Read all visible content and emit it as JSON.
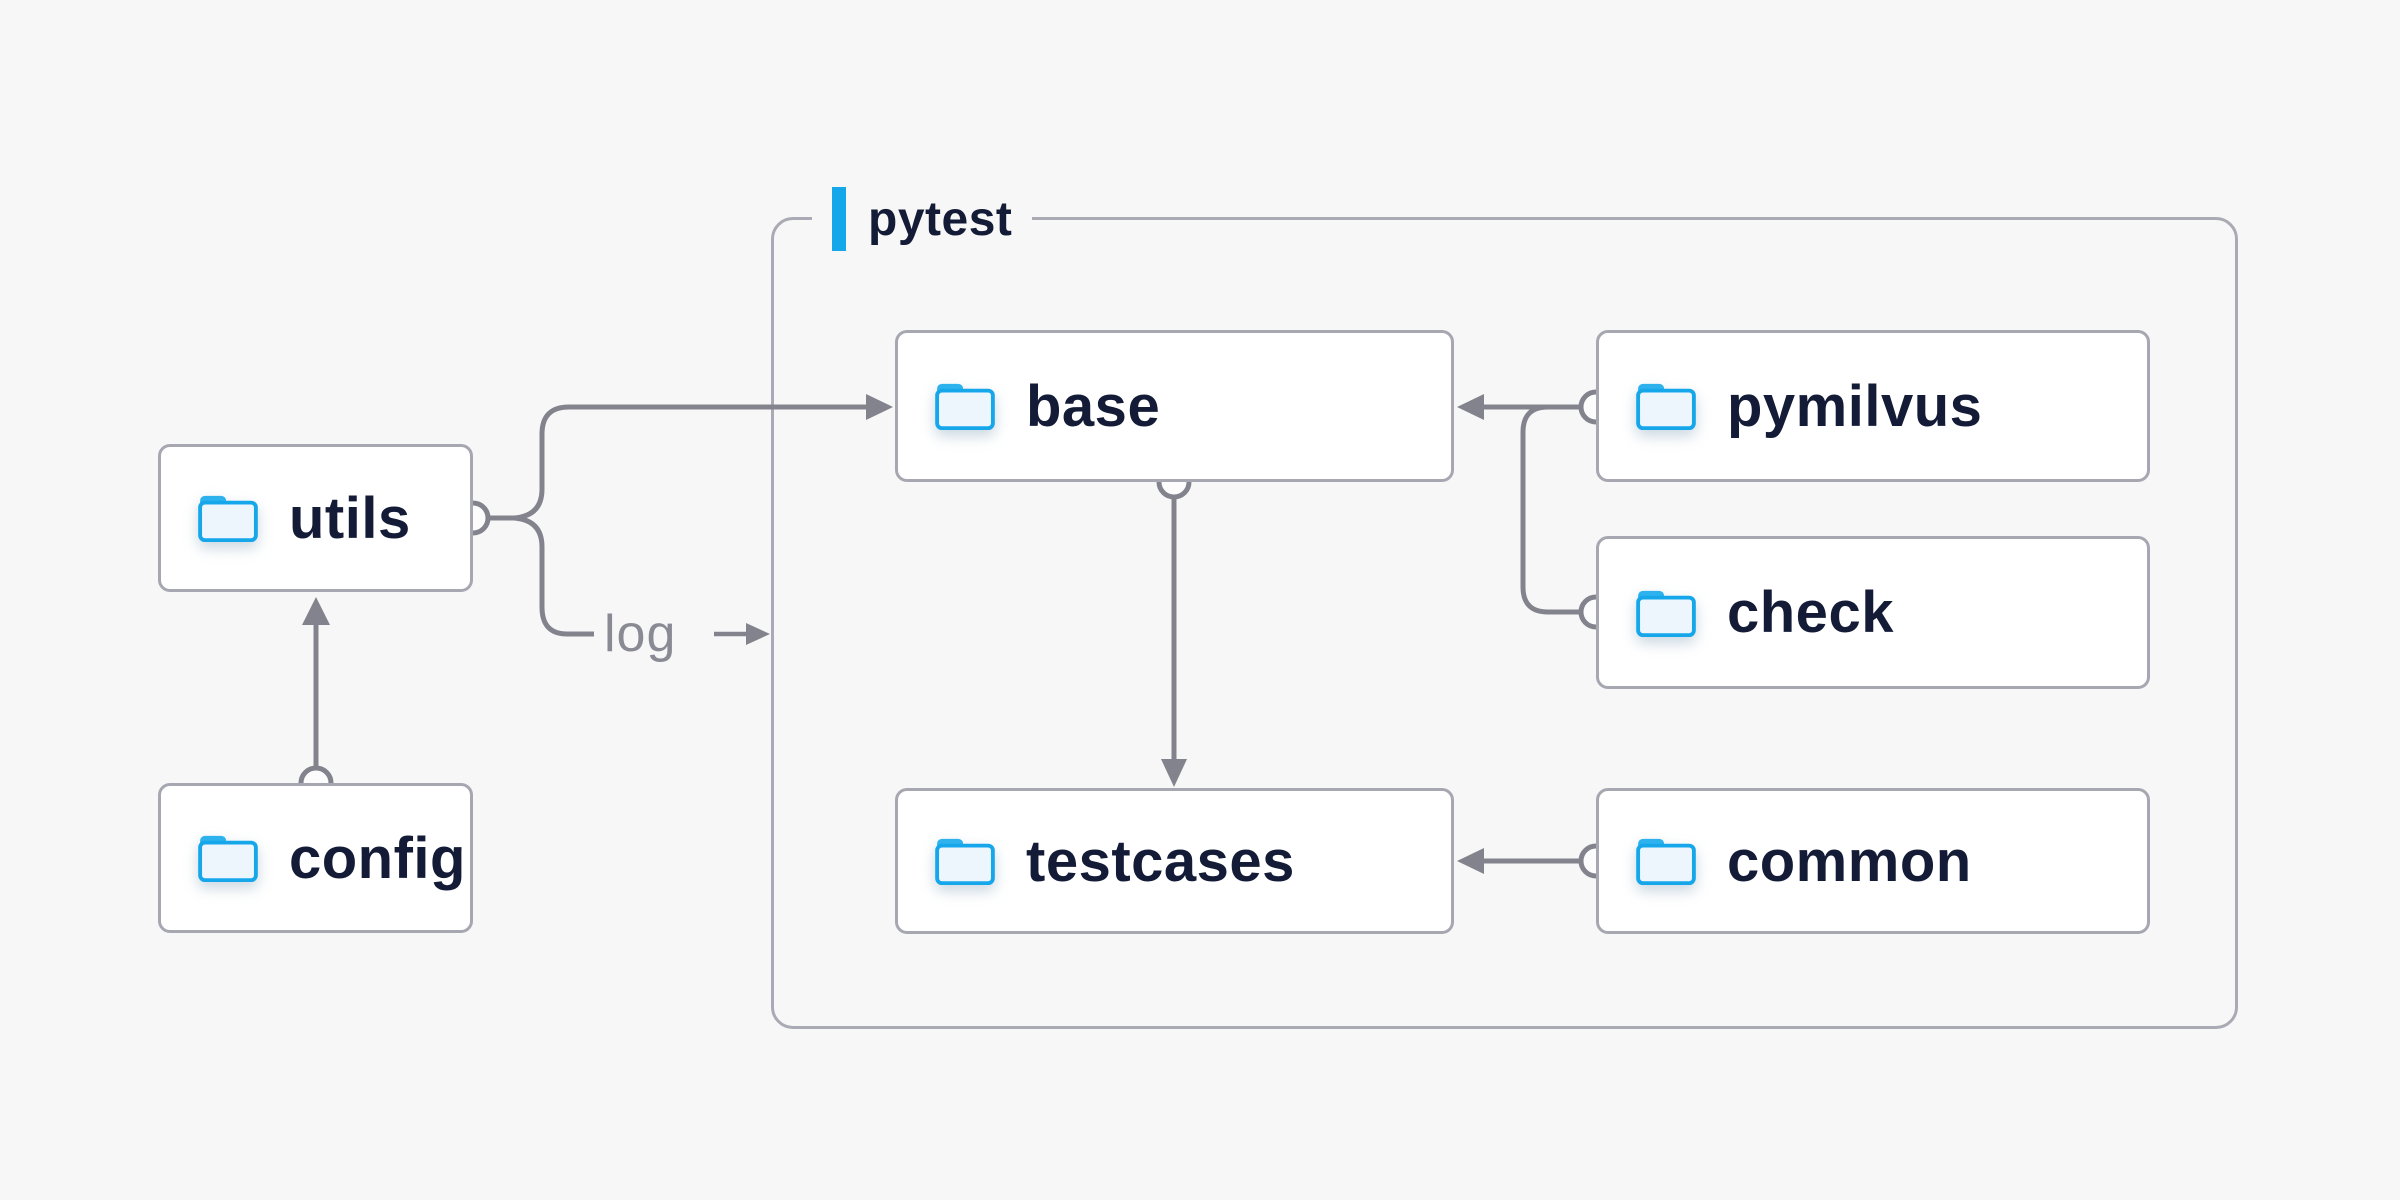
{
  "colors": {
    "background": "#f7f7f8",
    "accent_blue": "#14a7e9",
    "line_gray": "#83838d",
    "box_border": "#a7a7b2",
    "box_fill": "#ffffff",
    "text_dark": "#131b36",
    "text_gray": "#8a8a94",
    "folder_outline_blue": "#16a6ea",
    "folder_tab_blue": "#2eb2ee",
    "folder_body_fill": "#edf6fd"
  },
  "diagram": {
    "group": {
      "label": "pytest"
    },
    "nodes": [
      {
        "id": "utils",
        "label": "utils",
        "icon": "folder-icon"
      },
      {
        "id": "config",
        "label": "config",
        "icon": "folder-icon"
      },
      {
        "id": "base",
        "label": "base",
        "icon": "folder-icon"
      },
      {
        "id": "pymilvus",
        "label": "pymilvus",
        "icon": "folder-icon"
      },
      {
        "id": "check",
        "label": "check",
        "icon": "folder-icon"
      },
      {
        "id": "testcases",
        "label": "testcases",
        "icon": "folder-icon"
      },
      {
        "id": "common",
        "label": "common",
        "icon": "folder-icon"
      }
    ],
    "edge_label": "log",
    "edges": [
      {
        "from": "utils",
        "to": "base",
        "type": "arrow"
      },
      {
        "from": "utils",
        "to": "log",
        "type": "labeled-stub"
      },
      {
        "from": "config",
        "to": "utils",
        "type": "arrow"
      },
      {
        "from": "base",
        "to": "testcases",
        "type": "arrow"
      },
      {
        "from": "pymilvus",
        "to": "base",
        "type": "arrow"
      },
      {
        "from": "check",
        "to": "base",
        "type": "merge"
      },
      {
        "from": "common",
        "to": "testcases",
        "type": "arrow"
      }
    ]
  }
}
